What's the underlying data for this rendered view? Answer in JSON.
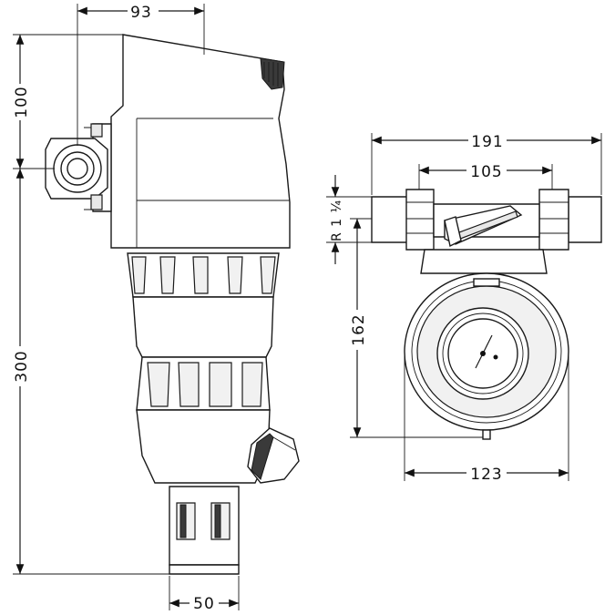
{
  "dimensions": {
    "front_top_width": "93",
    "front_height_upper": "100",
    "front_height_total": "300",
    "front_bottom_width": "50",
    "side_overall_width": "191",
    "side_inner_width": "105",
    "side_thread": "R 1 ¼",
    "side_height": "162",
    "side_body_width": "123"
  }
}
